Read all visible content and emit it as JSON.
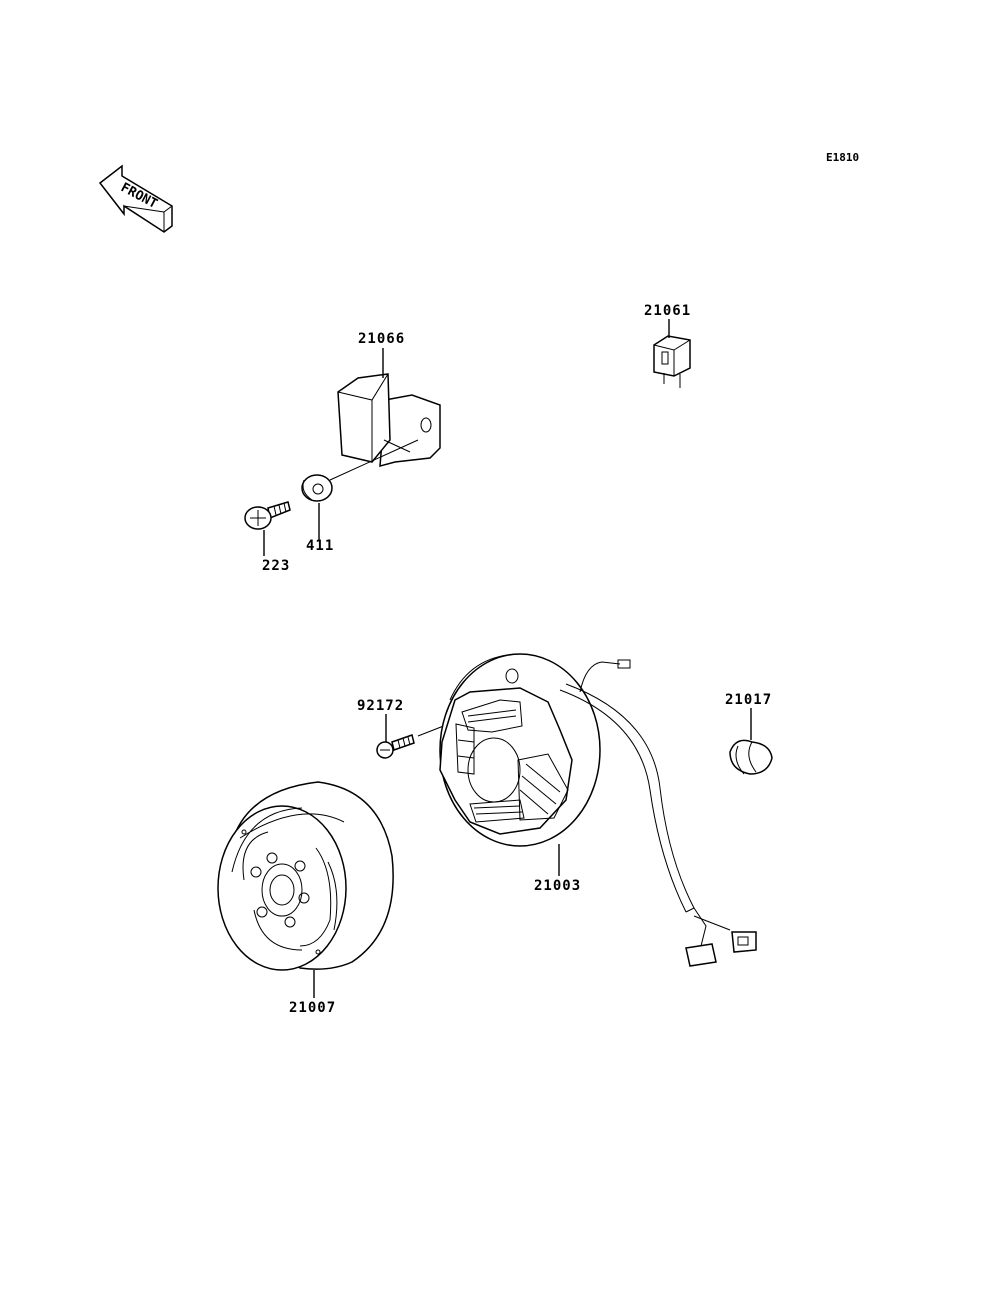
{
  "diagram": {
    "code": "E1810",
    "front_label": "FRONT",
    "labels": {
      "p21066": "21066",
      "p21061": "21061",
      "p223": "223",
      "p411": "411",
      "p92172": "92172",
      "p21017": "21017",
      "p21003": "21003",
      "p21007": "21007"
    }
  }
}
